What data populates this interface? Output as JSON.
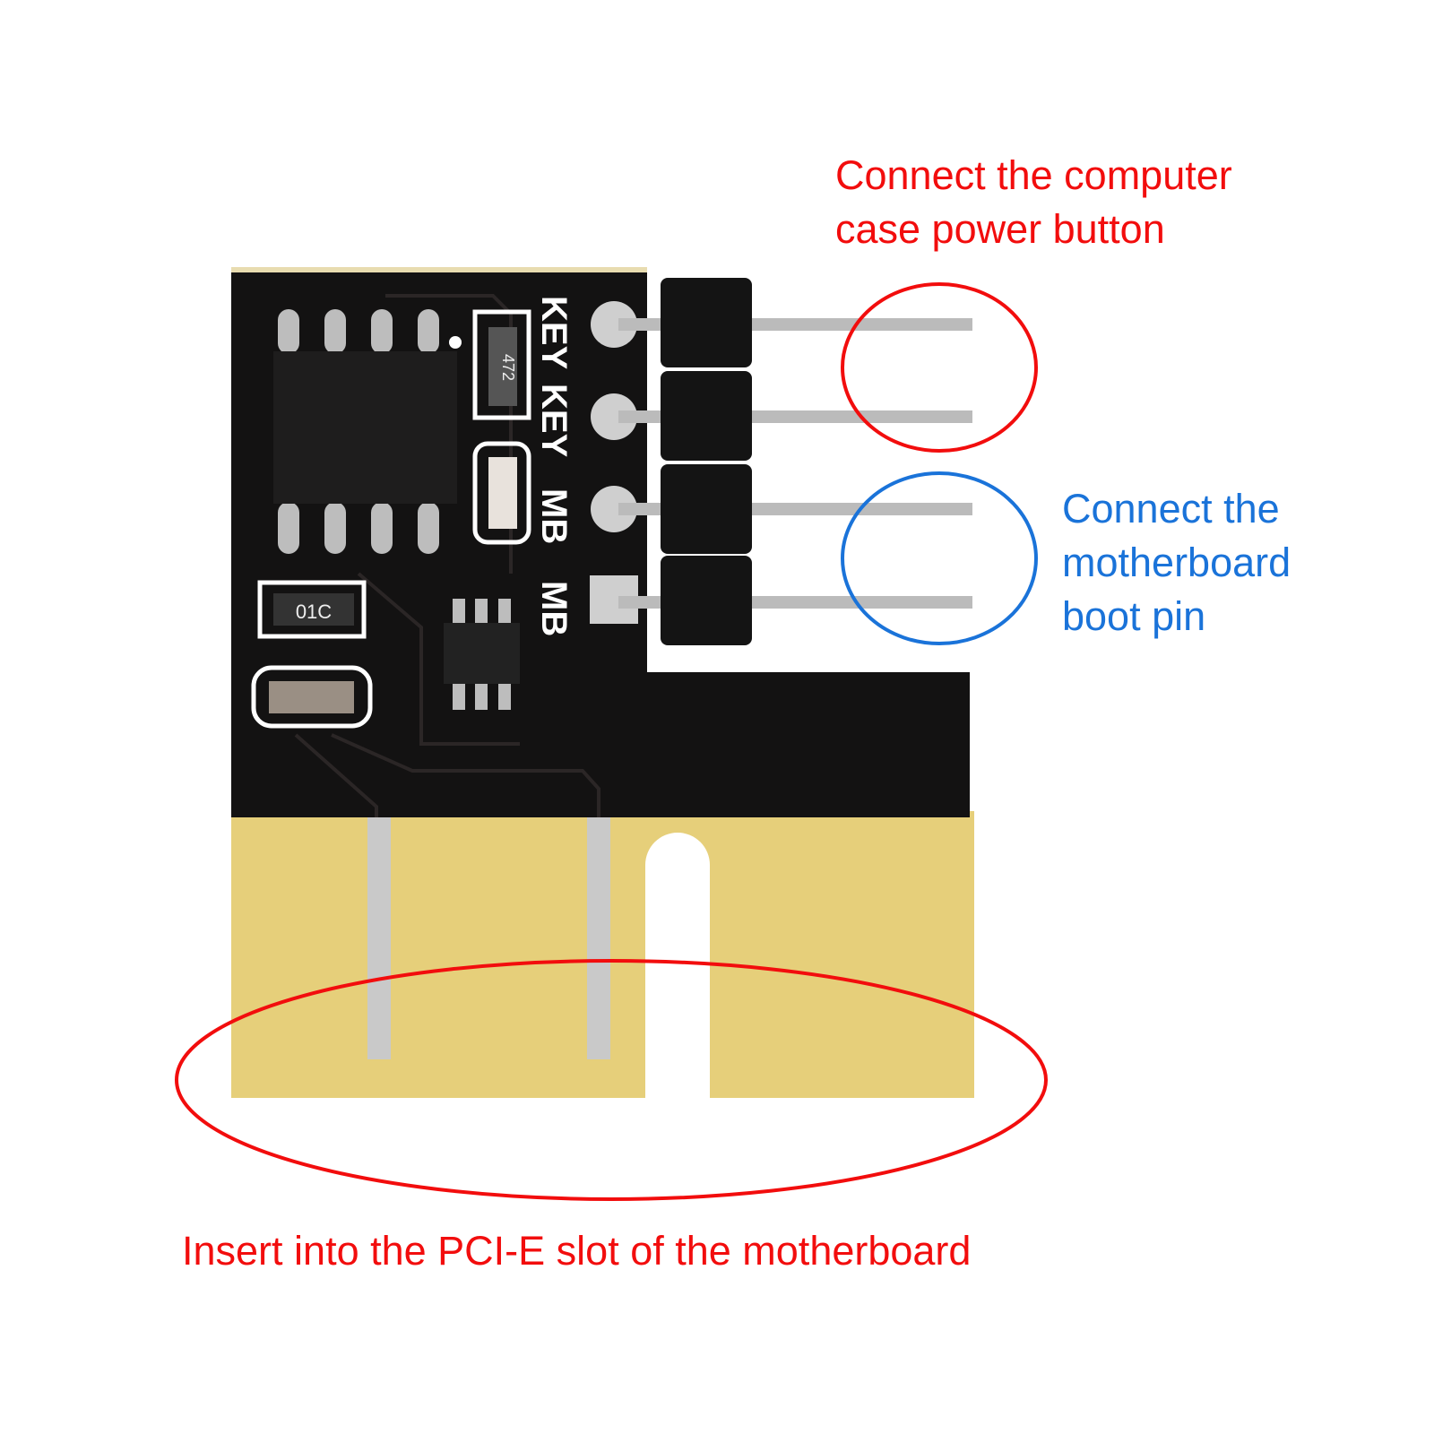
{
  "annotations": {
    "power_button": {
      "line1": "Connect the computer",
      "line2": "case power button",
      "color": "#f20d0d"
    },
    "boot_pin": {
      "line1": "Connect the",
      "line2": "motherboard",
      "line3": "boot pin",
      "color": "#1a73d9"
    },
    "pcie": {
      "text": "Insert into the PCI-E slot of the motherboard",
      "color": "#f20d0d"
    }
  },
  "silkscreen": {
    "key1": "KEY",
    "key2": "KEY",
    "mb1": "MB",
    "mb2": "MB",
    "resistor": "472",
    "component": "01C"
  }
}
